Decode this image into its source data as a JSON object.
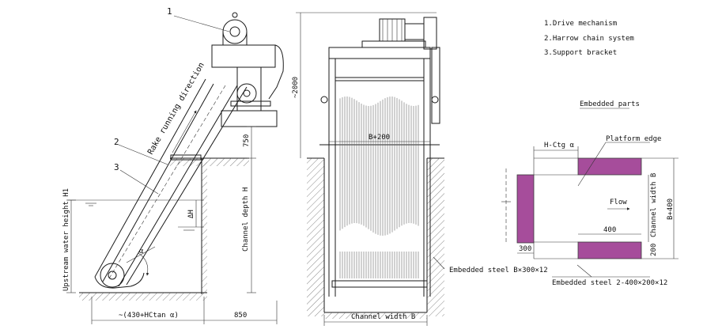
{
  "legend": {
    "item1": "1.Drive mechanism",
    "item2": "2.Harrow chain system",
    "item3": "3.Support bracket"
  },
  "side_view": {
    "callout_1": "1",
    "callout_2": "2",
    "callout_3": "3",
    "rake_direction": "Rake running direction",
    "dim_750": "750",
    "channel_depth": "Channel depth H",
    "delta_h": "ΔH",
    "upstream_height": "Upstream water height H1",
    "alpha": "α",
    "bottom_dim": "~(430+HCtan α)",
    "dim_850": "850"
  },
  "front_view": {
    "height_2000": "~2000",
    "b_plus_200": "B+200",
    "channel_width": "Channel width B",
    "embedded_steel_b": "Embedded steel B×300×12"
  },
  "embedded_parts": {
    "title": "Embedded parts",
    "h_ctg": "H-Ctg α",
    "platform_edge": "Platform edge",
    "flow": "Flow",
    "dim_300": "300",
    "dim_400": "400",
    "channel_width_b": "Channel width B",
    "b_plus_400": "B+400",
    "dim_200": "200",
    "embedded_steel_2": "Embedded steel 2-400×200×12"
  },
  "colors": {
    "embedded_plate": "#a64d9b",
    "line": "#1a1a1a"
  }
}
